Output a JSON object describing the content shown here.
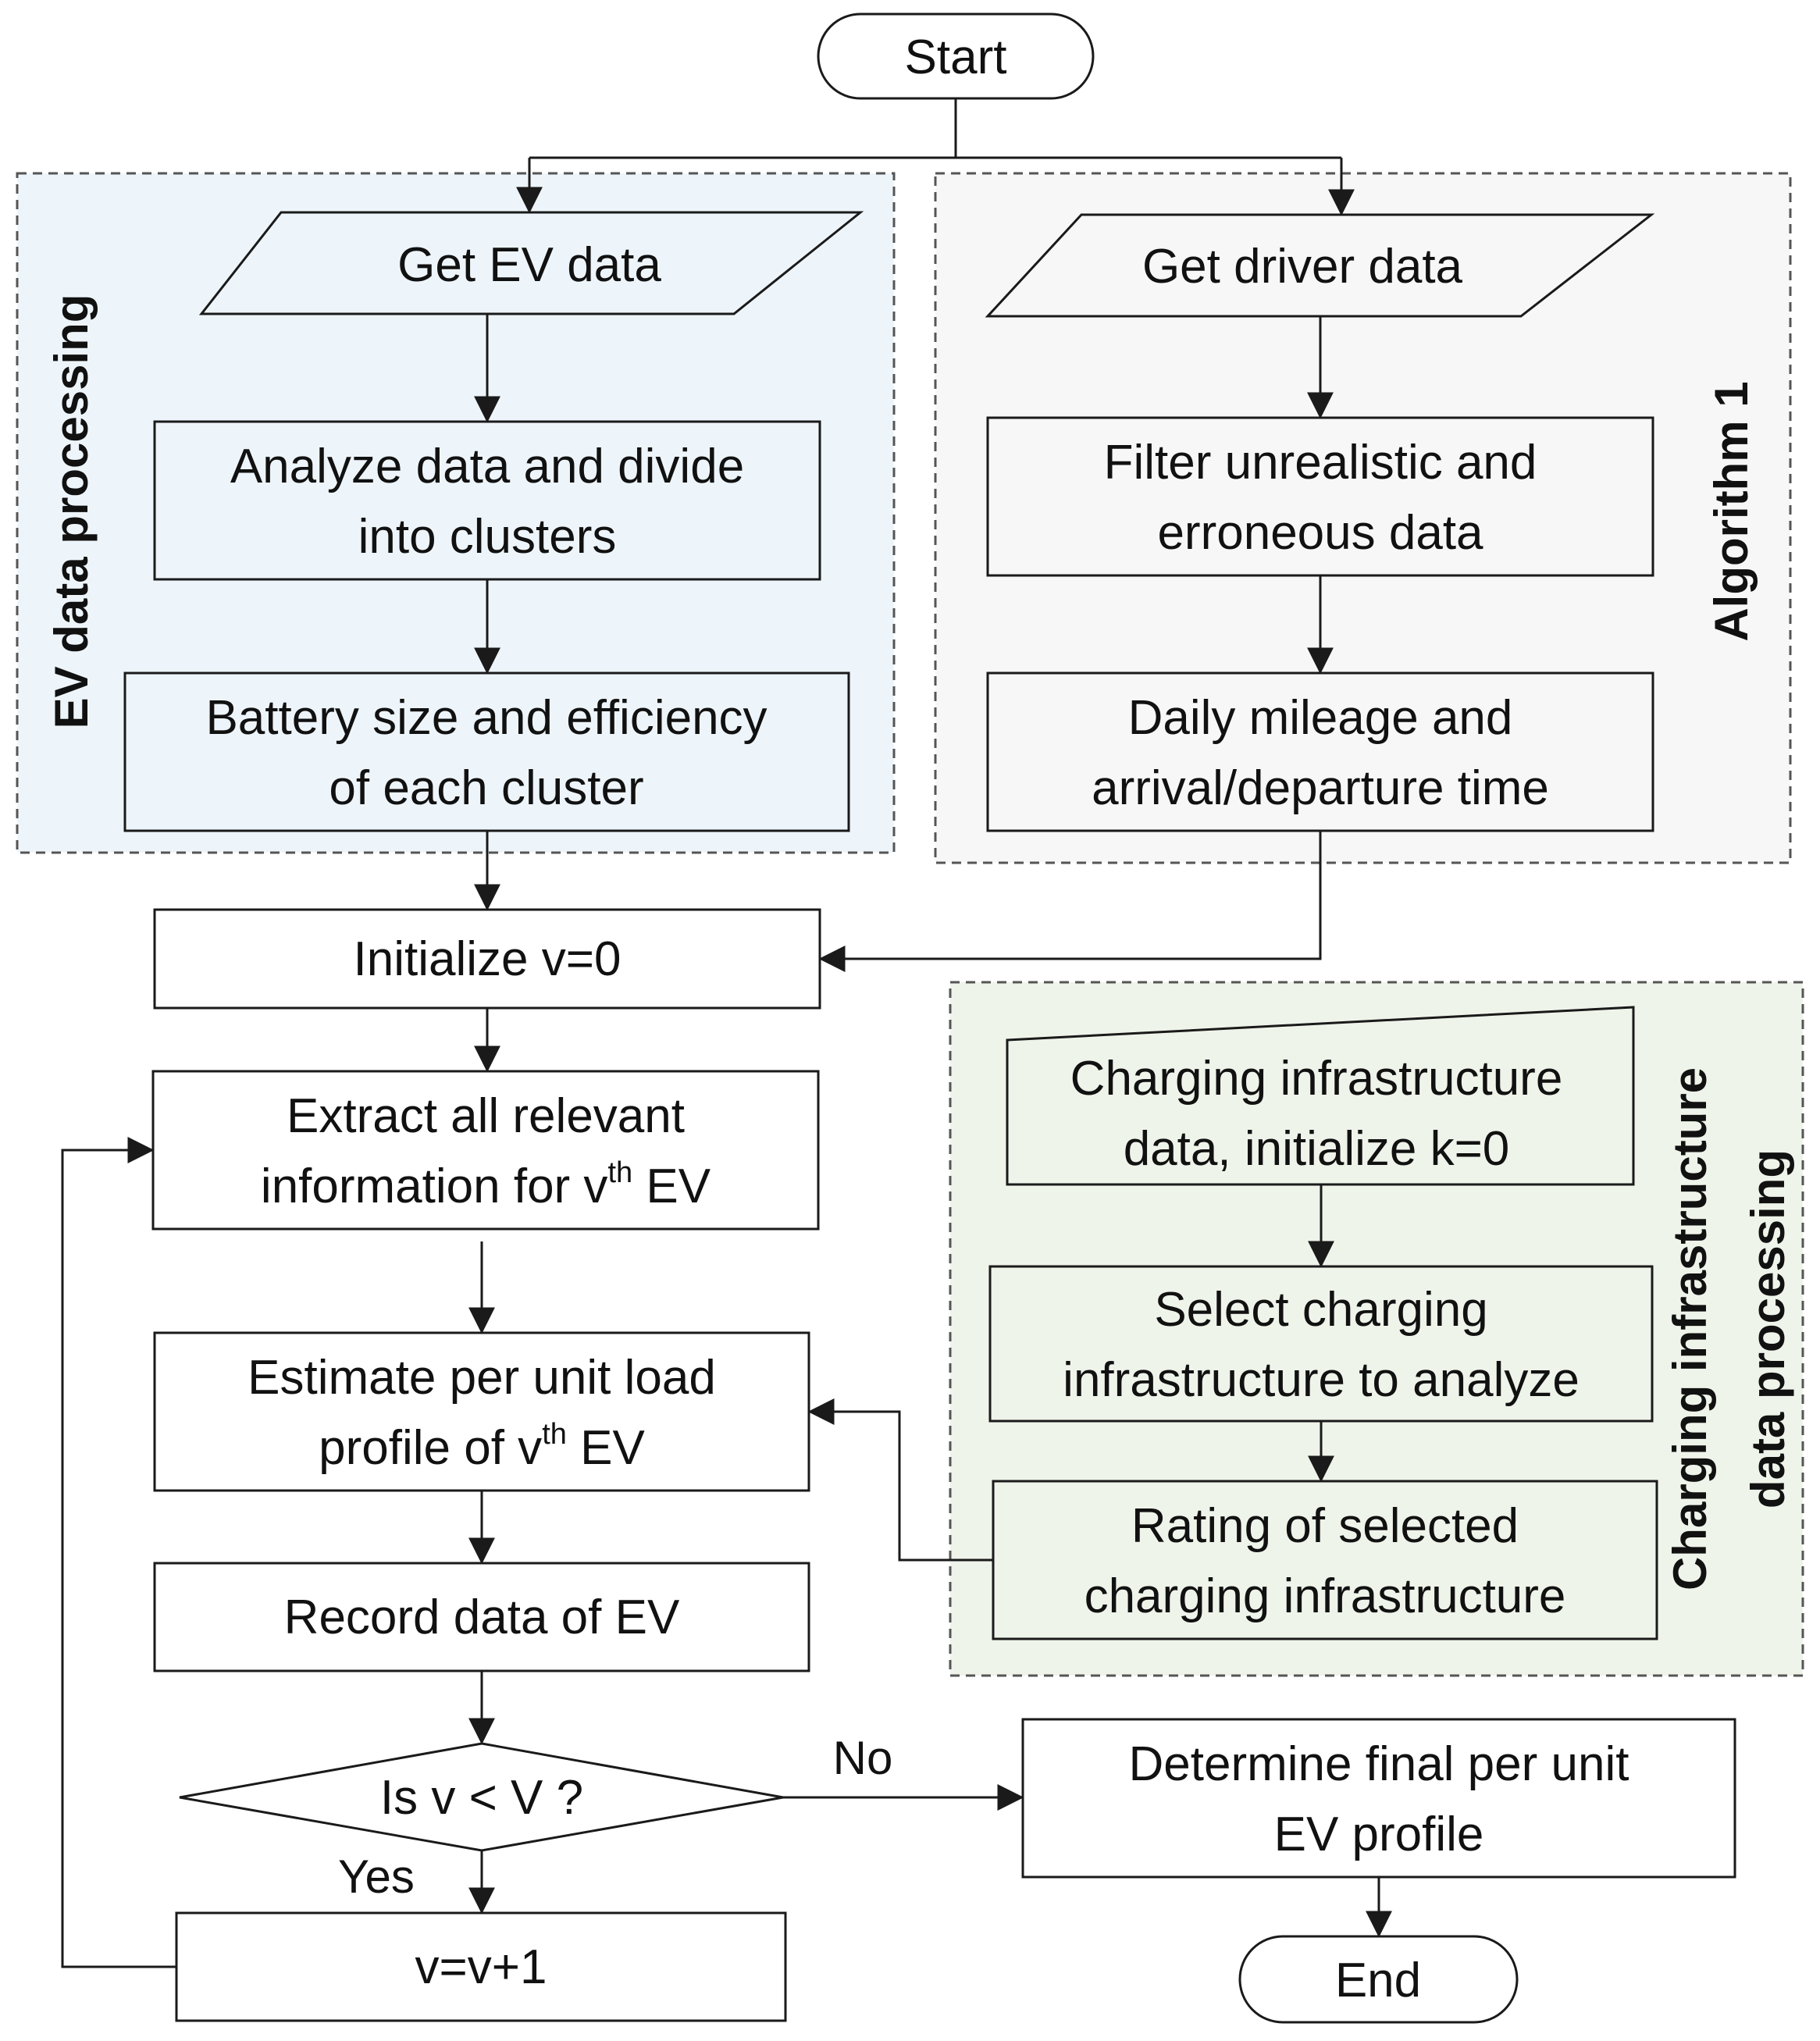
{
  "colors": {
    "line": "#1a1a1a",
    "ev_group_fill": "#eef5fa",
    "driver_group_fill": "#f7f7f7",
    "infra_group_fill": "#eef4ea",
    "dash": "#555555"
  },
  "groups": {
    "ev": {
      "label": "EV data processing"
    },
    "driver": {
      "label": "Algorithm 1"
    },
    "infra": {
      "label_line1": "Charging infrastructure",
      "label_line2": "data processing"
    }
  },
  "nodes": {
    "start": {
      "label": "Start"
    },
    "get_ev": {
      "label": "Get EV data"
    },
    "analyze": {
      "line1": "Analyze data and divide",
      "line2": "into clusters"
    },
    "battery": {
      "line1": "Battery size and efficiency",
      "line2": "of each cluster"
    },
    "get_driver": {
      "label": "Get driver data"
    },
    "filter": {
      "line1": "Filter unrealistic and",
      "line2": "erroneous data"
    },
    "mileage": {
      "line1": "Daily mileage and",
      "line2": "arrival/departure time"
    },
    "init_v": {
      "label": "Initialize v=0"
    },
    "extract": {
      "line1": "Extract all relevant",
      "line2_pre": "information for v",
      "line2_sup": "th",
      "line2_post": " EV"
    },
    "estimate": {
      "line1": "Estimate per unit load",
      "line2_pre": "profile of v",
      "line2_sup": "th",
      "line2_post": " EV"
    },
    "record": {
      "label": "Record data of EV"
    },
    "decision": {
      "label": "Is v < V ?"
    },
    "increment": {
      "label": "v=v+1"
    },
    "charging_input": {
      "line1": "Charging infrastructure",
      "line2": "data, initialize k=0"
    },
    "select": {
      "line1": "Select charging",
      "line2": "infrastructure to analyze"
    },
    "rating": {
      "line1": "Rating of selected",
      "line2": "charging infrastructure"
    },
    "final": {
      "line1": "Determine final per unit",
      "line2": "EV profile"
    },
    "end": {
      "label": "End"
    }
  },
  "edges": {
    "no_label": "No",
    "yes_label": "Yes"
  }
}
